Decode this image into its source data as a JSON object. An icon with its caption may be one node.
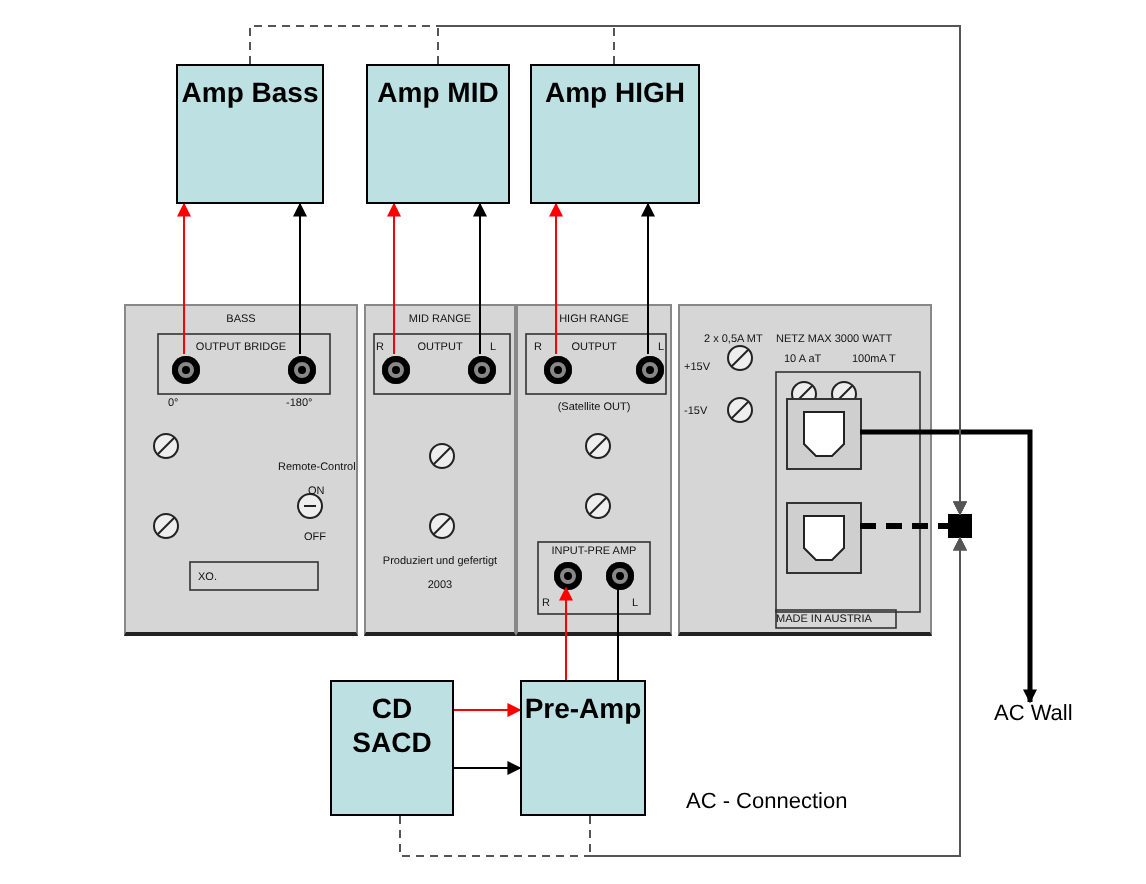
{
  "diagram": {
    "nodes": [
      {
        "text": [
          "Amp Bass"
        ]
      },
      {
        "text": [
          "Amp MID"
        ]
      },
      {
        "text": [
          "Amp HIGH"
        ]
      },
      {
        "text": [
          "BASS",
          "OUTPUT BRIDGE",
          "0°",
          "-180°",
          "Remote-Control",
          "ON",
          "OFF",
          "XO."
        ]
      },
      {
        "text": [],
        "shape": "circle",
        "in": 3
      },
      {
        "text": [],
        "shape": "circle",
        "in": 3
      },
      {
        "text": [
          "MID RANGE",
          "R",
          "OUTPUT",
          "L",
          "Produziert und gefertigt",
          "2003"
        ]
      },
      {
        "text": [],
        "shape": "circle",
        "in": 6
      },
      {
        "text": [],
        "shape": "circle",
        "in": 6
      },
      {
        "text": [
          "HIGH RANGE",
          "R",
          "OUTPUT",
          "L",
          "(Satellite OUT)",
          "INPUT-PRE AMP",
          "R",
          "L"
        ]
      },
      {
        "text": [],
        "shape": "circle",
        "in": 9
      },
      {
        "text": [],
        "shape": "circle",
        "in": 9
      },
      {
        "text": [],
        "shape": "circle",
        "in": 9
      },
      {
        "text": [],
        "shape": "circle",
        "in": 9
      },
      {
        "text": [
          "2 x 0,5A MT",
          "+15V",
          "-15V",
          "NETZ MAX 3000 WATT",
          "10 A aT",
          "100mA T",
          "MADE IN AUSTRIA"
        ]
      },
      {
        "text": [],
        "shape": "box",
        "in": 14
      },
      {
        "text": [],
        "shape": "box",
        "in": 14
      },
      {
        "text": [],
        "shape": "box"
      },
      {
        "text": [
          "CD SACD"
        ]
      },
      {
        "text": [
          "Pre-Amp"
        ]
      },
      {
        "text": [
          "AC Wall"
        ]
      }
    ],
    "edges": [
      {
        "from": 4,
        "to": 0,
        "arrow": "to",
        "color": "#ff0000"
      },
      {
        "from": 5,
        "to": 0,
        "arrow": "to"
      },
      {
        "from": 7,
        "to": 1,
        "arrow": "to",
        "color": "#ff0000"
      },
      {
        "from": 8,
        "to": 1,
        "arrow": "to"
      },
      {
        "from": 10,
        "to": 2,
        "arrow": "to",
        "color": "#ff0000"
      },
      {
        "from": 11,
        "to": 2,
        "arrow": "to"
      },
      {
        "from": 18,
        "to": 19,
        "arrow": "to",
        "color": "#ff0000"
      },
      {
        "from": 18,
        "to": 19,
        "arrow": "to"
      },
      {
        "from": 19,
        "to": 12,
        "arrow": "to",
        "color": "#ff0000"
      },
      {
        "from": 19,
        "to": 13,
        "arrow": "none"
      },
      {
        "from": 15,
        "to": 20,
        "arrow": "to",
        "style": "thick"
      },
      {
        "from": 16,
        "to": 17,
        "arrow": "none",
        "style": "dashed"
      },
      {
        "from": 0,
        "to": 17,
        "arrow": "to",
        "style": "dashed",
        "color": "#555555"
      },
      {
        "from": 1,
        "to": 17,
        "arrow": "to",
        "style": "dashed",
        "color": "#555555"
      },
      {
        "from": 2,
        "to": 17,
        "arrow": "to",
        "style": "dashed",
        "color": "#555555"
      },
      {
        "from": 18,
        "to": 17,
        "arrow": "to",
        "style": "dashed",
        "color": "#555555"
      },
      {
        "from": 19,
        "to": 17,
        "arrow": "to",
        "style": "dashed",
        "color": "#555555"
      }
    ],
    "labels": [
      "AC - Connection"
    ]
  }
}
